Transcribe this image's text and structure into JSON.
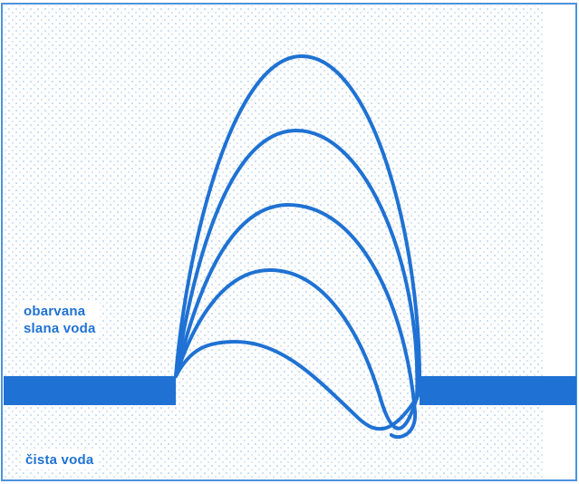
{
  "labels": {
    "upper_line1": "obarvana",
    "upper_line2": "slana voda",
    "lower": "čista voda"
  },
  "colors": {
    "accent": "#1f72d3",
    "dots": "#7fb2e6",
    "background": "#ffffff"
  }
}
